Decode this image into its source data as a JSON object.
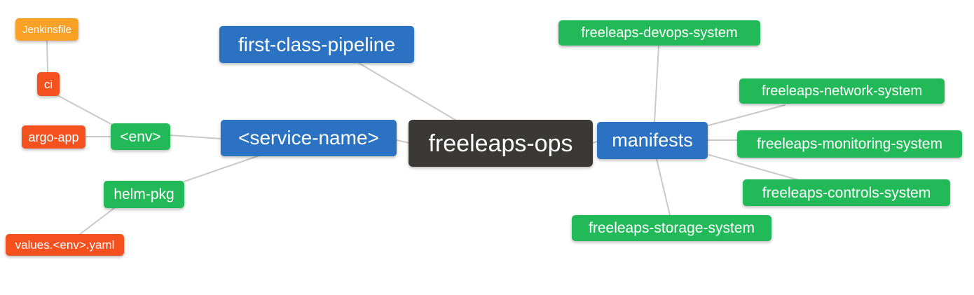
{
  "diagram": {
    "type": "mindmap",
    "root_label": "freeleaps-ops",
    "colors": {
      "orange": "#F9A127",
      "red": "#F4511E",
      "green": "#22BA58",
      "blue": "#2B72C2",
      "dark": "#3B3838",
      "edge": "#C9C9C9",
      "background": "#FFFFFF",
      "text": "#FFFFFF"
    },
    "nodes": {
      "jenkinsfile": {
        "label": "Jenkinsfile",
        "color": "#F9A127"
      },
      "ci": {
        "label": "ci",
        "color": "#F4511E"
      },
      "argo_app": {
        "label": "argo-app",
        "color": "#F4511E"
      },
      "env": {
        "label": "<env>",
        "color": "#22BA58"
      },
      "helm_pkg": {
        "label": "helm-pkg",
        "color": "#22BA58"
      },
      "values_env_yaml": {
        "label": "values.<env>.yaml",
        "color": "#F4511E"
      },
      "first_class_pipeline": {
        "label": "first-class-pipeline",
        "color": "#2B72C2"
      },
      "service_name": {
        "label": "<service-name>",
        "color": "#2B72C2"
      },
      "freeleaps_ops": {
        "label": "freeleaps-ops",
        "color": "#3B3838"
      },
      "manifests": {
        "label": "manifests",
        "color": "#2B72C2"
      },
      "devops_system": {
        "label": "freeleaps-devops-system",
        "color": "#22BA58"
      },
      "network_system": {
        "label": "freeleaps-network-system",
        "color": "#22BA58"
      },
      "monitoring_system": {
        "label": "freeleaps-monitoring-system",
        "color": "#22BA58"
      },
      "controls_system": {
        "label": "freeleaps-controls-system",
        "color": "#22BA58"
      },
      "storage_system": {
        "label": "freeleaps-storage-system",
        "color": "#22BA58"
      }
    },
    "edges": [
      {
        "from": "Jenkinsfile",
        "to": "ci"
      },
      {
        "from": "ci",
        "to": "<env>"
      },
      {
        "from": "argo-app",
        "to": "<env>"
      },
      {
        "from": "<env>",
        "to": "<service-name>"
      },
      {
        "from": "<service-name>",
        "to": "helm-pkg"
      },
      {
        "from": "helm-pkg",
        "to": "values.<env>.yaml"
      },
      {
        "from": "<service-name>",
        "to": "freeleaps-ops"
      },
      {
        "from": "first-class-pipeline",
        "to": "freeleaps-ops"
      },
      {
        "from": "freeleaps-ops",
        "to": "manifests"
      },
      {
        "from": "manifests",
        "to": "freeleaps-devops-system"
      },
      {
        "from": "manifests",
        "to": "freeleaps-network-system"
      },
      {
        "from": "manifests",
        "to": "freeleaps-monitoring-system"
      },
      {
        "from": "manifests",
        "to": "freeleaps-controls-system"
      },
      {
        "from": "manifests",
        "to": "freeleaps-storage-system"
      }
    ]
  }
}
